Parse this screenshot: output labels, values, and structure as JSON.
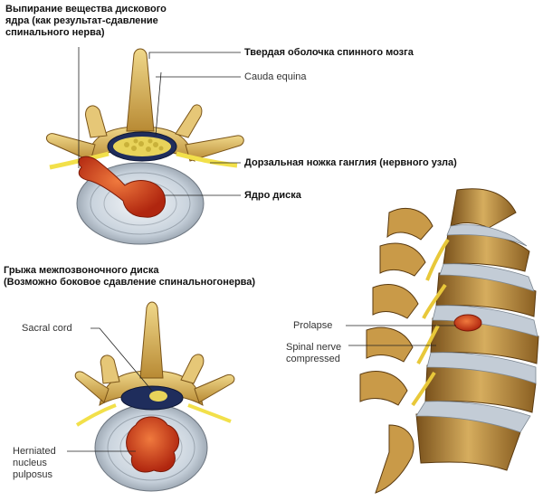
{
  "top_diagram": {
    "caption_lines": [
      "Выпирание вещества дискового",
      "ядра (как результат-сдавление",
      "спинального нерва)"
    ],
    "labels": {
      "dura": "Твердая оболочка спинного мозга",
      "cauda": "Cauda equina",
      "ganglion": "Дорзальная ножка ганглия (нервного узла)",
      "nucleus": "Ядро диска"
    }
  },
  "middle_caption": [
    "Грыжа межпозвоночного диска",
    "(Возможно боковое сдавление спинальногонерва)"
  ],
  "bottom_left": {
    "labels": {
      "sacral": "Sacral cord",
      "herniated": [
        "Herniated",
        "nucleus",
        "pulposus"
      ]
    }
  },
  "spine_side": {
    "labels": {
      "prolapse": "Prolapse",
      "spinal_nerve": [
        "Spinal nerve",
        "compressed"
      ]
    }
  },
  "colors": {
    "bone": "#d9b25a",
    "bone_dark": "#8a5f1e",
    "disc": "#dfe6ee",
    "nucleus": "#d2401c",
    "nerve": "#f2e04a",
    "cord_blue": "#2c3f7a"
  }
}
